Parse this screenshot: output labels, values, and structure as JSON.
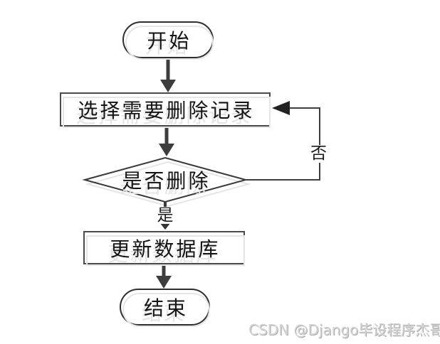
{
  "flowchart": {
    "nodes": {
      "start": {
        "label": "开始",
        "type": "terminator"
      },
      "select": {
        "label": "选择需要删除记录",
        "type": "process"
      },
      "decision": {
        "label": "是否删除",
        "type": "decision"
      },
      "update": {
        "label": "更新数据库",
        "type": "process"
      },
      "end": {
        "label": "结束",
        "type": "terminator"
      }
    },
    "edges": [
      {
        "from": "开始",
        "to": "选择需要删除记录",
        "label": ""
      },
      {
        "from": "选择需要删除记录",
        "to": "是否删除",
        "label": ""
      },
      {
        "from": "是否删除",
        "to": "更新数据库",
        "label": "是"
      },
      {
        "from": "是否删除",
        "to": "选择需要删除记录",
        "label": "否"
      },
      {
        "from": "更新数据库",
        "to": "结束",
        "label": ""
      }
    ]
  },
  "colors": {
    "shape_border": "#3a3a3a",
    "arrow": "#3d3d3d",
    "text": "#141414",
    "ghost_shadow": "#e6e6e6",
    "watermark": "#d4d4d4"
  },
  "watermark": {
    "text": "CSDN @Django毕设程序杰哥"
  }
}
